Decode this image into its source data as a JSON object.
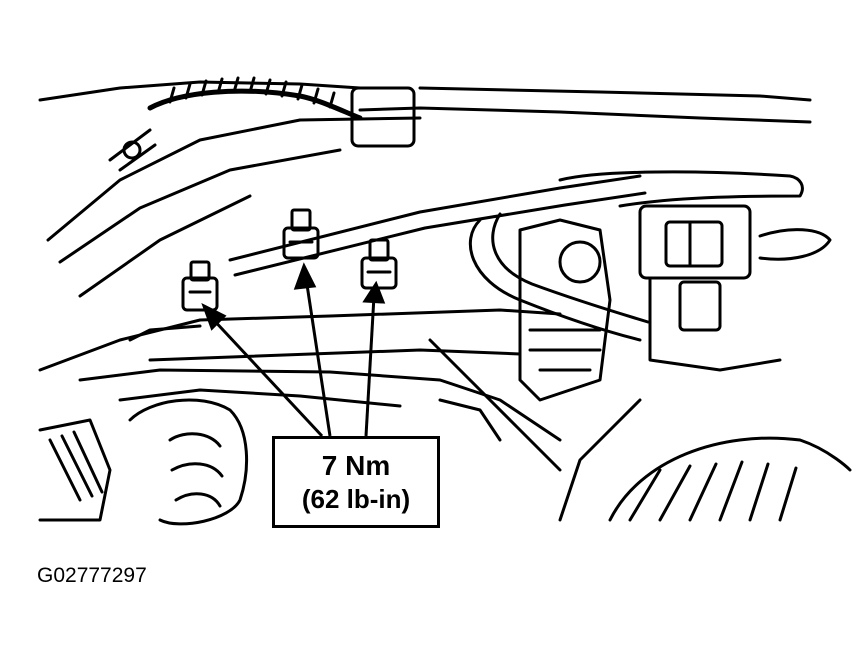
{
  "callout": {
    "torque_nm": "7 Nm",
    "torque_lbin": "(62 lb-in)"
  },
  "figure_id": "G02777297",
  "fastener_count": 3
}
